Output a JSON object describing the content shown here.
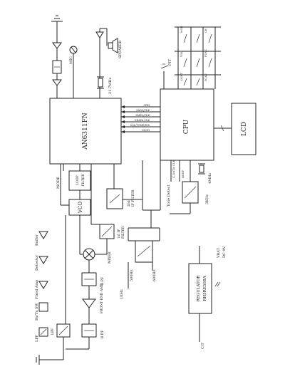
{
  "blocks": {
    "ic": "AN6311FN",
    "cpu": "CPU",
    "lcd": "LCD",
    "regulator_line1": "REGULATOR",
    "regulator_line2": "RH5RE50BA",
    "vco": "VCO",
    "loop_filter_line1": "LOOP",
    "loop_filter_line2": "FILTER",
    "if_filter_line1": "2nd",
    "if_filter_line2": "IF FILTER",
    "first_if_filter_line1": "1st IF",
    "first_if_filter_line2": "FILTER",
    "mixer_label": "MIXER",
    "rf_amp_label": "FRONT END AMP",
    "bpf_label_1": "B.P.F",
    "bpf_label_2": "B.P.F",
    "lpf_label": "LPF"
  },
  "labels": {
    "mic": "MIC",
    "speaker": "SPEAKER",
    "crystal_freq": "21.7MHz",
    "mode": "MODE",
    "tone_detect": "Tone Detect",
    "crystal_4mhz": "4MHz",
    "freq_1khz": "1KHz",
    "freq_500hz": "500Hz",
    "freq_600hz": "600Hz",
    "freq_3khz": "3KHz",
    "cs_data_clk": "C.DATA CLK",
    "beep": "BEEP",
    "ptt": "PTT",
    "vbat": "VBAT",
    "vbat_sub": "DC 9V",
    "vout_label": "C/T",
    "legend_buffer": "Buffer",
    "legend_detector": "Detector",
    "legend_fixed_amp": "Fixed Amp",
    "legend_rxtx_sw": "Rx/Tx SW",
    "legend_filter": "LPF"
  },
  "cpu_signals": [
    "CDH",
    "SADL/CLK",
    "SMEL/CLK",
    "SDATA CLK",
    "SQL/TONE/DIS",
    "ON/IG"
  ],
  "keys": [
    "MON",
    "CH",
    "VOL",
    "FUNC",
    "LIGHT",
    "SCAN"
  ]
}
